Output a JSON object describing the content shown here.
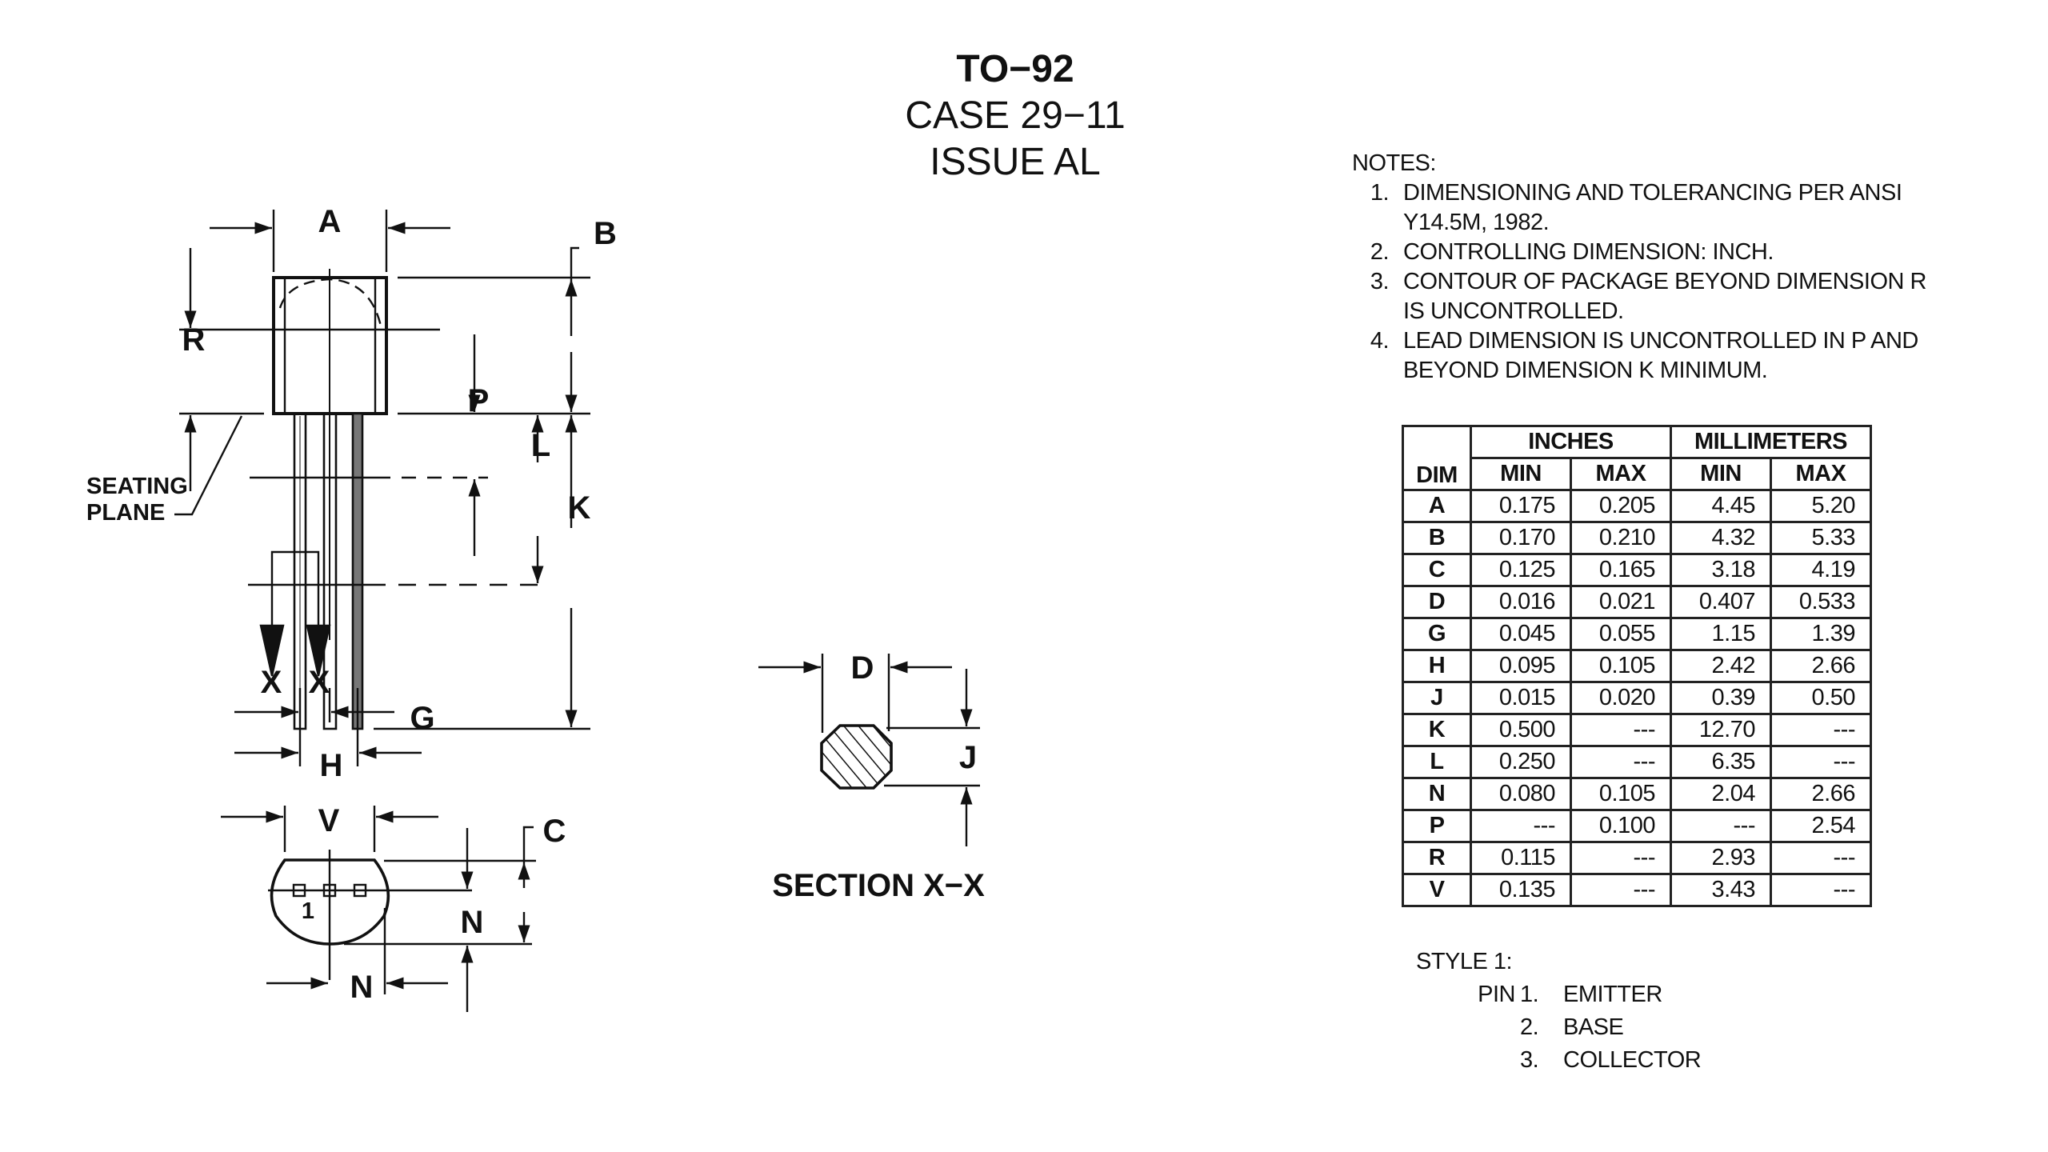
{
  "title": {
    "package": "TO−92",
    "case": "CASE 29−11",
    "issue": "ISSUE AL"
  },
  "drawing": {
    "labels": {
      "A": "A",
      "B": "B",
      "C": "C",
      "D": "D",
      "G": "G",
      "H": "H",
      "J": "J",
      "K": "K",
      "L": "L",
      "N": "N",
      "P": "P",
      "R": "R",
      "V": "V",
      "X": "X"
    },
    "seating_plane": [
      "SEATING",
      "PLANE"
    ],
    "pin1_marker": "1",
    "section_label": "SECTION X−X"
  },
  "notes": {
    "heading": "NOTES:",
    "items": [
      {
        "num": "1.",
        "lines": [
          "DIMENSIONING AND TOLERANCING PER ANSI",
          "Y14.5M, 1982."
        ]
      },
      {
        "num": "2.",
        "lines": [
          "CONTROLLING DIMENSION: INCH."
        ]
      },
      {
        "num": "3.",
        "lines": [
          "CONTOUR OF PACKAGE BEYOND DIMENSION R",
          "IS UNCONTROLLED."
        ]
      },
      {
        "num": "4.",
        "lines": [
          "LEAD DIMENSION IS UNCONTROLLED IN P AND",
          "BEYOND DIMENSION K MINIMUM."
        ]
      }
    ]
  },
  "table": {
    "group_headers": [
      "INCHES",
      "MILLIMETERS"
    ],
    "columns": [
      "DIM",
      "MIN",
      "MAX",
      "MIN",
      "MAX"
    ],
    "rows": [
      [
        "A",
        "0.175",
        "0.205",
        "4.45",
        "5.20"
      ],
      [
        "B",
        "0.170",
        "0.210",
        "4.32",
        "5.33"
      ],
      [
        "C",
        "0.125",
        "0.165",
        "3.18",
        "4.19"
      ],
      [
        "D",
        "0.016",
        "0.021",
        "0.407",
        "0.533"
      ],
      [
        "G",
        "0.045",
        "0.055",
        "1.15",
        "1.39"
      ],
      [
        "H",
        "0.095",
        "0.105",
        "2.42",
        "2.66"
      ],
      [
        "J",
        "0.015",
        "0.020",
        "0.39",
        "0.50"
      ],
      [
        "K",
        "0.500",
        "---",
        "12.70",
        "---"
      ],
      [
        "L",
        "0.250",
        "---",
        "6.35",
        "---"
      ],
      [
        "N",
        "0.080",
        "0.105",
        "2.04",
        "2.66"
      ],
      [
        "P",
        "---",
        "0.100",
        "---",
        "2.54"
      ],
      [
        "R",
        "0.115",
        "---",
        "2.93",
        "---"
      ],
      [
        "V",
        "0.135",
        "---",
        "3.43",
        "---"
      ]
    ]
  },
  "style": {
    "heading": "STYLE 1:",
    "prefix": "PIN",
    "pins": [
      {
        "num": "1.",
        "name": "EMITTER"
      },
      {
        "num": "2.",
        "name": "BASE"
      },
      {
        "num": "3.",
        "name": "COLLECTOR"
      }
    ]
  }
}
